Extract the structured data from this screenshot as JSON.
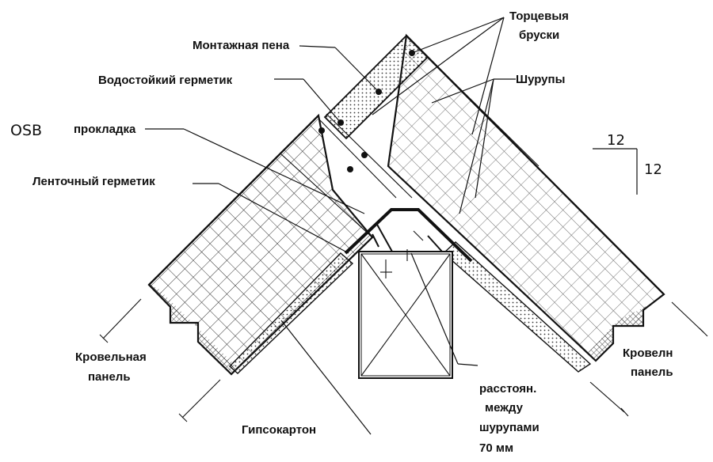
{
  "labels": {
    "osb": "OSB",
    "prokladka": "прокладка",
    "montazh": "Монтажная пена",
    "vodostoy": "Водостойкий герметик",
    "lentochny": "Ленточный герметик",
    "tortsevye_1": "Торцевыя",
    "tortsevye_2": "бруски",
    "shurupy": "Шурупы",
    "slope_top": "12",
    "slope_side": "12",
    "panel_left_1": "Кровельная",
    "panel_left_2": "панель",
    "panel_right_1": "Кровелн",
    "panel_right_2": "панель",
    "gipsokarton": "Гипсокартон",
    "dist_1": "расстоян.",
    "dist_2": "между",
    "dist_3": "шурупами",
    "dist_4": "70 мм"
  }
}
